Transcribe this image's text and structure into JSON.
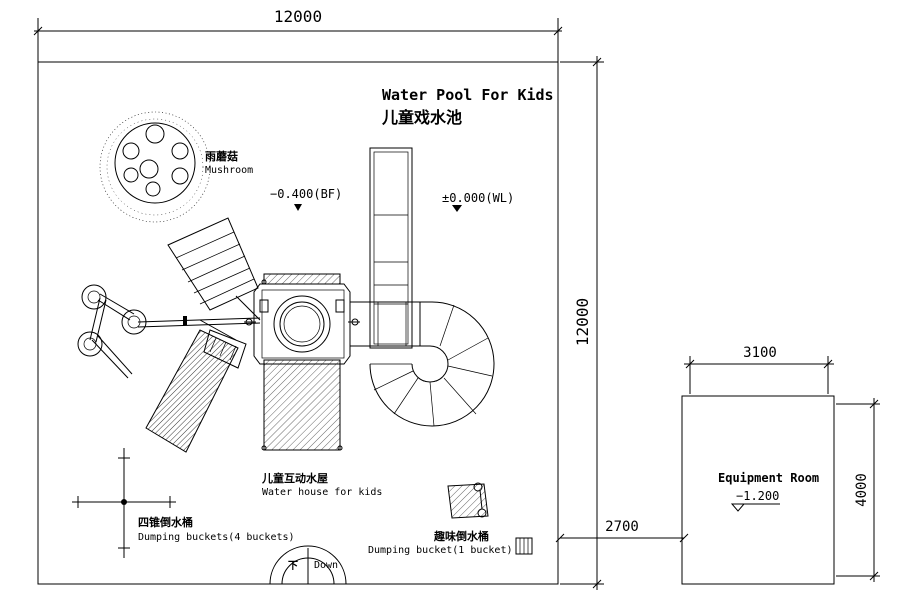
{
  "dimensions": {
    "pool_width": "12000",
    "pool_height": "12000",
    "equipment_width": "3100",
    "equipment_height": "4000",
    "offset": "2700"
  },
  "title": {
    "en": "Water Pool For Kids",
    "zh": "儿童戏水池"
  },
  "levels": {
    "bottom": "−0.400(BF)",
    "water": "±0.000(WL)",
    "equipment": "−1.200"
  },
  "labels": {
    "mushroom_zh": "雨蘑菇",
    "mushroom_en": "Mushroom",
    "water_house_zh": "儿童互动水屋",
    "water_house_en": "Water house for kids",
    "buckets4_zh": "四锥倒水桶",
    "buckets4_en": "Dumping buckets(4 buckets)",
    "bucket1_zh": "趣味倒水桶",
    "bucket1_en": "Dumping bucket(1 bucket)",
    "equipment_room": "Equipment Room",
    "stair_zh": "下",
    "stair_en": "Down"
  }
}
